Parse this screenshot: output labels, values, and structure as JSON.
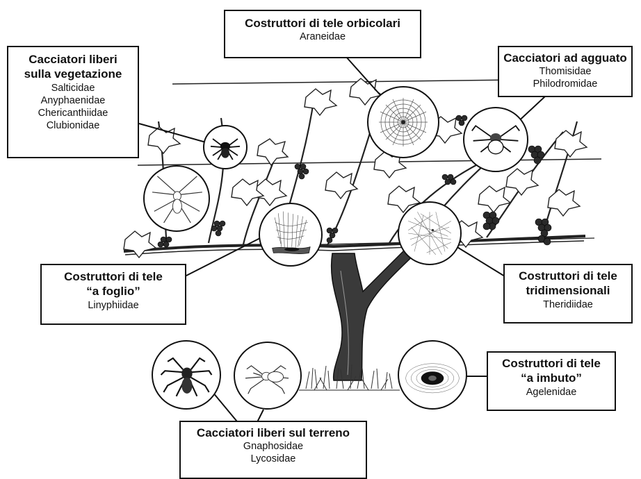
{
  "groups": {
    "orb_weavers": {
      "title": "Costruttori di tele orbicolari",
      "families": [
        "Araneidae"
      ]
    },
    "foliage_hunters": {
      "title_1": "Cacciatori liberi",
      "title_2": "sulla vegetazione",
      "families": [
        "Salticidae",
        "Anyphaenidae",
        "Chericanthiidae",
        "Clubionidae"
      ]
    },
    "ambush_hunters": {
      "title": "Cacciatori ad agguato",
      "families": [
        "Thomisidae",
        "Philodromidae"
      ]
    },
    "sheet_weavers": {
      "title_1": "Costruttori di tele",
      "title_2": "“a foglio”",
      "families": [
        "Linyphiidae"
      ]
    },
    "tangle_weavers": {
      "title_1": "Costruttori di tele",
      "title_2": "tridimensionali",
      "families": [
        "Theridiidae"
      ]
    },
    "funnel_weavers": {
      "title_1": "Costruttori di tele",
      "title_2": "“a imbuto”",
      "families": [
        "Agelenidae"
      ]
    },
    "ground_hunters": {
      "title": "Cacciatori liberi sul terreno",
      "families": [
        "Gnaphosidae",
        "Lycosidae"
      ]
    }
  }
}
